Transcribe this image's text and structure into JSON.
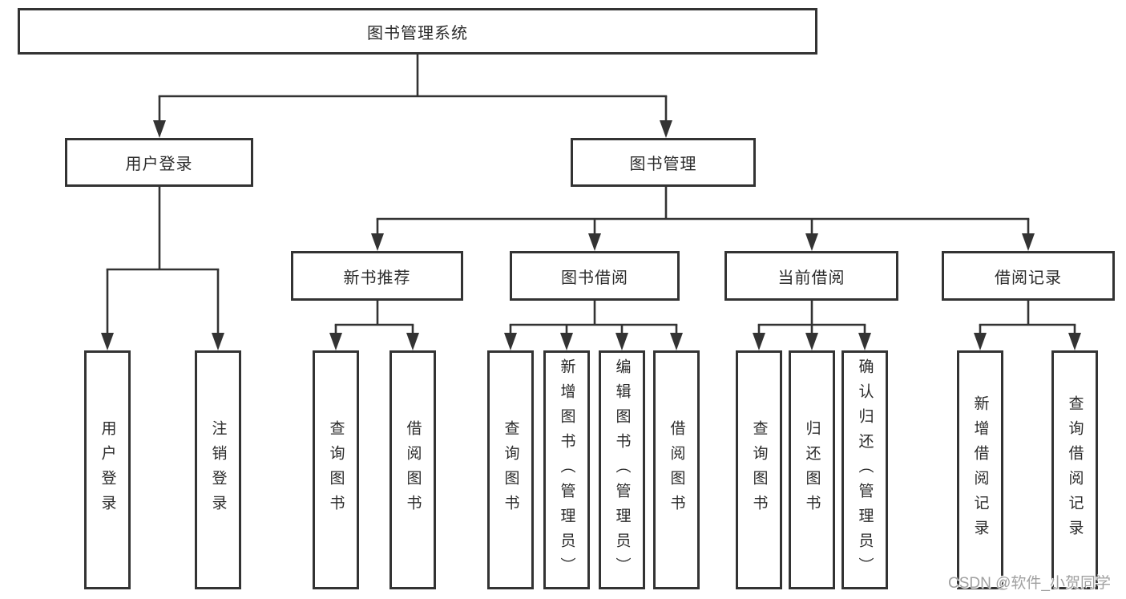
{
  "diagram": {
    "root": {
      "label": "图书管理系统"
    },
    "level1": [
      {
        "label": "用户登录"
      },
      {
        "label": "图书管理"
      }
    ],
    "level2": [
      {
        "label": "新书推荐"
      },
      {
        "label": "图书借阅"
      },
      {
        "label": "当前借阅"
      },
      {
        "label": "借阅记录"
      }
    ],
    "leaves": {
      "user_login": [
        "用户登录",
        "注销登录"
      ],
      "new_books": [
        "查询图书",
        "借阅图书"
      ],
      "book_borrow": [
        "查询图书",
        "新增图书（管理员）",
        "编辑图书（管理员）",
        "借阅图书"
      ],
      "current_borrow": [
        "查询图书",
        "归还图书",
        "确认归还（管理员）"
      ],
      "borrow_records": [
        "新增借阅记录",
        "查询借阅记录"
      ]
    }
  },
  "watermark": {
    "text": "CSDN @软件_小贺同学"
  },
  "colors": {
    "line": "#333333",
    "text": "#2b2b2b",
    "watermark": "#a0a0a0",
    "background": "#ffffff"
  }
}
